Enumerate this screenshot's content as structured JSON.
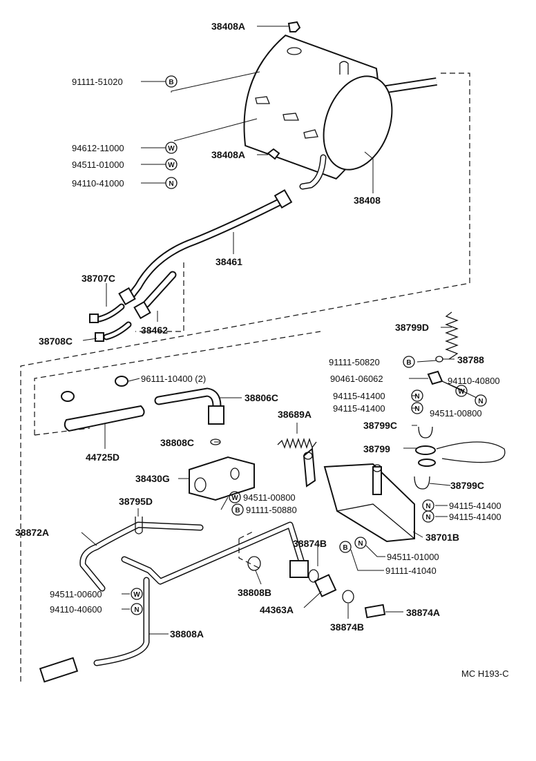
{
  "labels": {
    "p38408A_top": "38408A",
    "p91111_51020": "91111-51020",
    "p94612_11000": "94612-11000",
    "p94511_01000_a": "94511-01000",
    "p94110_41000": "94110-41000",
    "p38408A_mid": "38408A",
    "p38408": "38408",
    "p38461": "38461",
    "p38707C": "38707C",
    "p38708C": "38708C",
    "p38462": "38462",
    "p38799D": "38799D",
    "p91111_50820": "91111-50820",
    "p38788": "38788",
    "p90461_06062": "90461-06062",
    "p94110_40800": "94110-40800",
    "p94115_41400_a": "94115-41400",
    "p94115_41400_b": "94115-41400",
    "p94511_00800_r": "94511-00800",
    "p38799C_a": "38799C",
    "p38799": "38799",
    "p38799C_b": "38799C",
    "p94115_41400_c": "94115-41400",
    "p94115_41400_d": "94115-41400",
    "p38701B": "38701B",
    "p94511_01000_b": "94511-01000",
    "p91111_41040": "91111-41040",
    "p96111_10400": "96111-10400 (2)",
    "p38806C": "38806C",
    "p44725D": "44725D",
    "p38689A": "38689A",
    "p38808C": "38808C",
    "p38430G": "38430G",
    "p94511_00800_l": "94511-00800",
    "p91111_50880": "91111-50880",
    "p38795D": "38795D",
    "p38872A": "38872A",
    "p38874B_a": "38874B",
    "p38808B": "38808B",
    "p44363A": "44363A",
    "p38874B_b": "38874B",
    "p38874A": "38874A",
    "p94511_00600": "94511-00600",
    "p94110_40600": "94110-40600",
    "p38808A": "38808A"
  },
  "symbols": {
    "bolt": "B",
    "washer": "W",
    "nut": "N"
  },
  "footer": {
    "code": "MC H193-C"
  }
}
